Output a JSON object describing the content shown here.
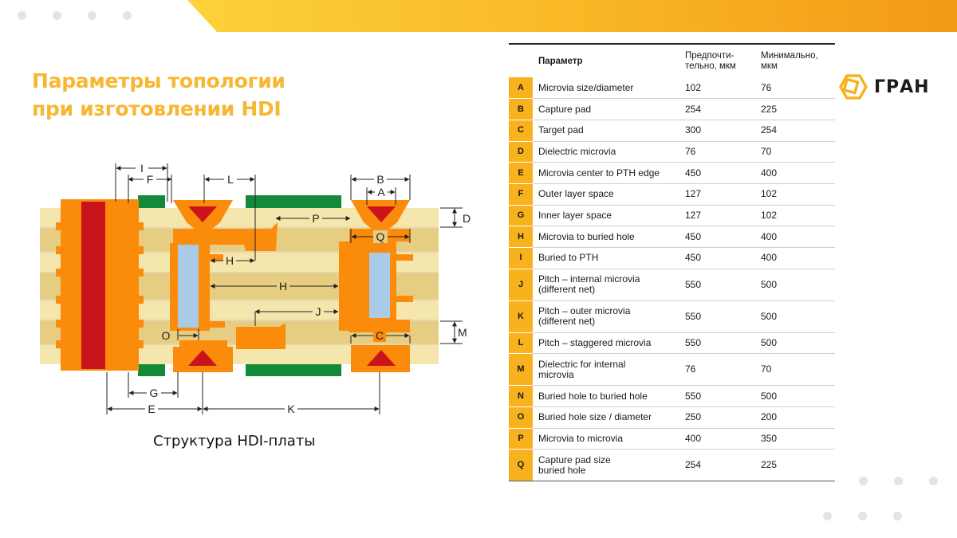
{
  "header": {
    "accent_color": "#f7a51c"
  },
  "title": {
    "line1": "Параметры топологии",
    "line2": "при изготовлении HDI"
  },
  "diagram": {
    "caption": "Структура HDI-платы",
    "labels": {
      "I": "I",
      "F": "F",
      "L": "L",
      "B": "B",
      "A": "A",
      "D": "D",
      "P": "P",
      "Q": "Q",
      "H1": "H",
      "H2": "H",
      "J": "J",
      "O": "O",
      "C": "C",
      "M": "M",
      "G": "G",
      "E": "E",
      "K": "K"
    },
    "colors": {
      "core": "#f4e6ac",
      "prepreg": "#e6cd82",
      "copper": "#fb8b0b",
      "via_fill": "#c8141a",
      "buried": "#a9cbe8",
      "mask": "#128a3a"
    }
  },
  "logo": {
    "text": "ГРАН",
    "icon": "gran-logo-icon"
  },
  "table": {
    "headers": {
      "param": "Параметр",
      "pref_1": "Предпочти-",
      "pref_2": "тельно, мкм",
      "min_1": "Минимально,",
      "min_2": "мкм"
    },
    "rows": [
      {
        "letter": "A",
        "name": [
          "Microvia size/diameter"
        ],
        "pref": "102",
        "min": "76"
      },
      {
        "letter": "B",
        "name": [
          "Capture pad"
        ],
        "pref": "254",
        "min": "225"
      },
      {
        "letter": "C",
        "name": [
          "Target pad"
        ],
        "pref": "300",
        "min": "254"
      },
      {
        "letter": "D",
        "name": [
          "Dielectric microvia"
        ],
        "pref": "76",
        "min": "70"
      },
      {
        "letter": "E",
        "name": [
          "Microvia center to PTH edge"
        ],
        "pref": "450",
        "min": "400"
      },
      {
        "letter": "F",
        "name": [
          "Outer layer space"
        ],
        "pref": "127",
        "min": "102"
      },
      {
        "letter": "G",
        "name": [
          "Inner layer space"
        ],
        "pref": "127",
        "min": "102"
      },
      {
        "letter": "H",
        "name": [
          "Microvia to buried hole"
        ],
        "pref": "450",
        "min": "400"
      },
      {
        "letter": "I",
        "name": [
          "Buried to PTH"
        ],
        "pref": "450",
        "min": "400"
      },
      {
        "letter": "J",
        "name": [
          "Pitch – internal microvia",
          "(different net)"
        ],
        "pref": "550",
        "min": "500"
      },
      {
        "letter": "K",
        "name": [
          "Pitch – outer microvia",
          "(different net)"
        ],
        "pref": "550",
        "min": "500"
      },
      {
        "letter": "L",
        "name": [
          "Pitch – staggered microvia"
        ],
        "pref": "550",
        "min": "500"
      },
      {
        "letter": "M",
        "name": [
          "Dielectric for internal",
          "microvia"
        ],
        "pref": "76",
        "min": "70"
      },
      {
        "letter": "N",
        "name": [
          "Buried hole to buried hole"
        ],
        "pref": "550",
        "min": "500"
      },
      {
        "letter": "O",
        "name": [
          "Buried hole size / diameter"
        ],
        "pref": "250",
        "min": "200"
      },
      {
        "letter": "P",
        "name": [
          "Microvia to microvia"
        ],
        "pref": "400",
        "min": "350"
      },
      {
        "letter": "Q",
        "name": [
          "Capture pad size",
          "buried hole"
        ],
        "pref": "254",
        "min": "225"
      }
    ]
  }
}
